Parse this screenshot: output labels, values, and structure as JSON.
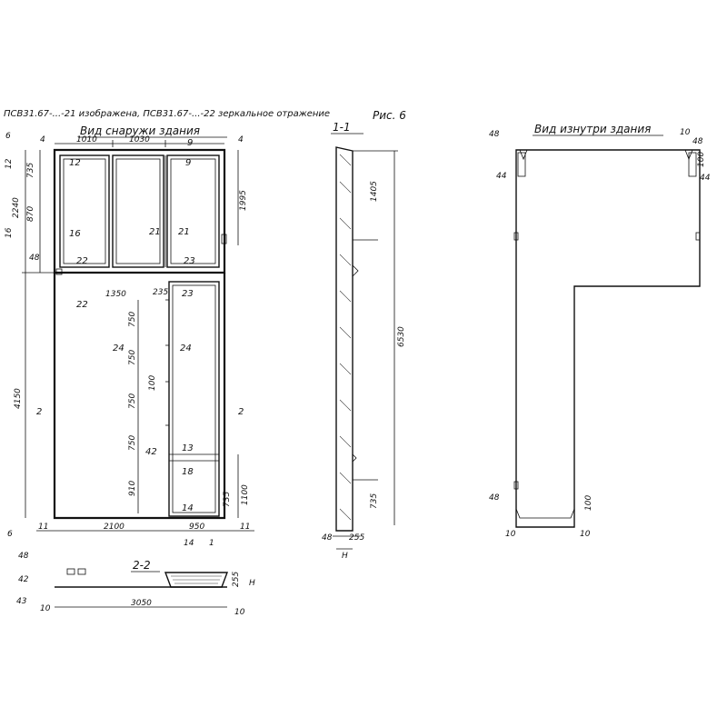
{
  "header": {
    "panel_note": "ПСВ31.67-...-21 изображена, ПСВ31.67-...-22 зеркальное отражение",
    "figure_label": "Рис. 6"
  },
  "views": {
    "outside_title": "Вид снаружи здания",
    "inside_title": "Вид изнутри здания",
    "section_1": "1-1",
    "section_2": "2-2"
  },
  "outside_dims": {
    "top_left_offset": "4",
    "top_right_offset": "4",
    "win1_width": "1010",
    "win2_width": "1030",
    "win_left_height": "2240",
    "win_right_height": "1995",
    "left_top_step": "12",
    "left_sub1": "735",
    "left_sub2": "870",
    "left_mark": "16",
    "corner_48": "48",
    "lower_height": "4150",
    "lower_inner_width": "1350",
    "small_tick": "235",
    "stack_1": "750",
    "stack_2": "750",
    "stack_3": "100",
    "stack_4": "750",
    "stack_5": "750",
    "stack_6": "910",
    "door_sub_1": "1100",
    "door_sub_2": "735",
    "left_edge_6_top": "6",
    "left_edge_6_bottom": "6",
    "bottom_11_left": "11",
    "bottom_11_right": "11",
    "overall_width": "2100",
    "door_width": "950",
    "bottom_14": "14",
    "bottom_1": "1",
    "label_12_top": "12",
    "mark_9_a": "9",
    "mark_9_b": "9",
    "mark_22_a": "22",
    "mark_22_b": "22",
    "mark_23_a": "23",
    "mark_23_b": "23",
    "mark_21_a": "21",
    "mark_21_b": "21",
    "mark_24_a": "24",
    "mark_24_b": "24",
    "mark_2_a": "2",
    "mark_2_b": "2",
    "mark_13": "13",
    "mark_18": "18",
    "mark_14": "14",
    "mark_42": "42",
    "mark_16": "16",
    "mark_12b": "12"
  },
  "section_1_dims": {
    "upper": "1405",
    "total": "6530",
    "bottom": "735",
    "base_48": "48",
    "base_255": "255",
    "thickness": "H"
  },
  "section_2_dims": {
    "d48": "48",
    "d42": "42",
    "d43": "43",
    "d10": "10",
    "width": "3050",
    "depth_255": "255",
    "h": "H",
    "right_10": "10"
  },
  "inside_dims": {
    "top_48": "48",
    "top_10": "10",
    "left_44": "44",
    "right_44": "44",
    "right_100": "100",
    "bottom_48": "48",
    "bottom_100": "100",
    "bottom_10_left": "10",
    "bottom_10_right": "10",
    "top_48_right": "48"
  }
}
